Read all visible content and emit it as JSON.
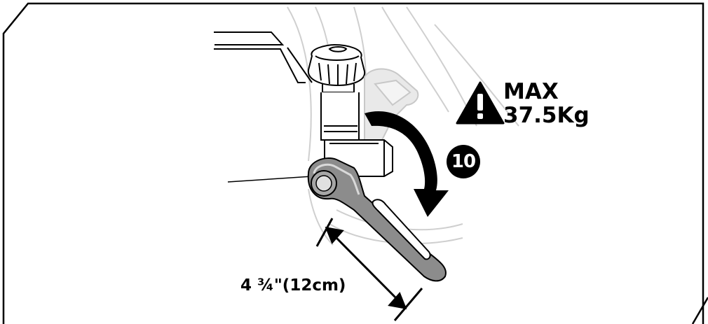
{
  "warning": {
    "icon": "warning-triangle-icon",
    "line1": "MAX",
    "line2": "37.5Kg"
  },
  "step": {
    "number": "10"
  },
  "dimension": {
    "label": "4 ¾\"(12cm)"
  },
  "colors": {
    "ink": "#000000",
    "handle_fill": "#8c8c8c",
    "handle_light": "#d9d9d9",
    "ghost_handle": "#e6e6e6",
    "faint_lines": "#cccccc"
  }
}
